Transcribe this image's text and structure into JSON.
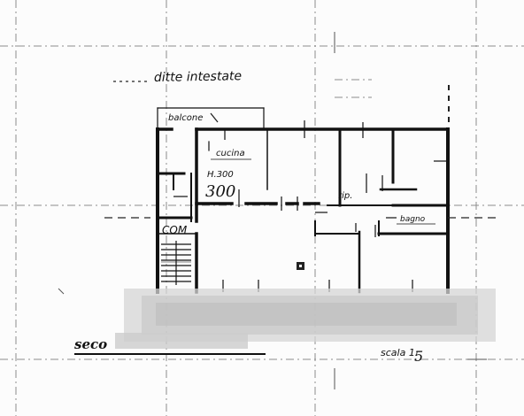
{
  "drawing": {
    "header_note": "ditte intestate",
    "rooms": {
      "balcony": "balcone",
      "kitchen": "cucina",
      "storage": "rip.",
      "bathroom": "bagno",
      "common_area": "COM"
    },
    "ceiling_height": "H.300",
    "dimension_value": "300",
    "floor_label": "seco",
    "scale_note": "scala 1:"
  },
  "colors": {
    "ink": "#111111",
    "paper": "#fcfcfc",
    "grid": "#8d8d8d",
    "redaction": "#c8c8c8"
  }
}
